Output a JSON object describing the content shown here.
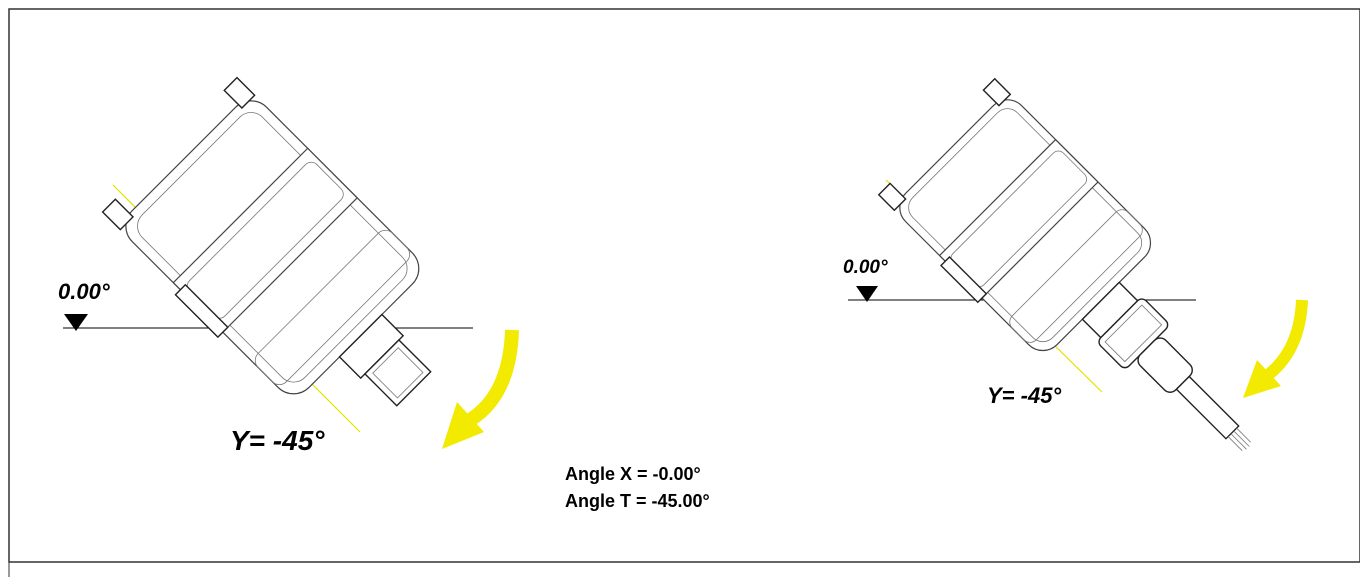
{
  "colors": {
    "accent_yellow": "#f2ea00",
    "guide_yellow": "#e8e000",
    "line": "#000000",
    "frame": "#333333"
  },
  "left_sensor": {
    "reference_label": "0.00°",
    "tilt_label": "Y= -45°",
    "arrow_icon": "curved-arrow-icon"
  },
  "right_sensor": {
    "reference_label": "0.00°",
    "tilt_label": "Y= -45°",
    "arrow_icon": "curved-arrow-icon"
  },
  "readout": {
    "angle_x": "Angle X = -0.00°",
    "angle_t": "Angle T = -45.00°"
  }
}
